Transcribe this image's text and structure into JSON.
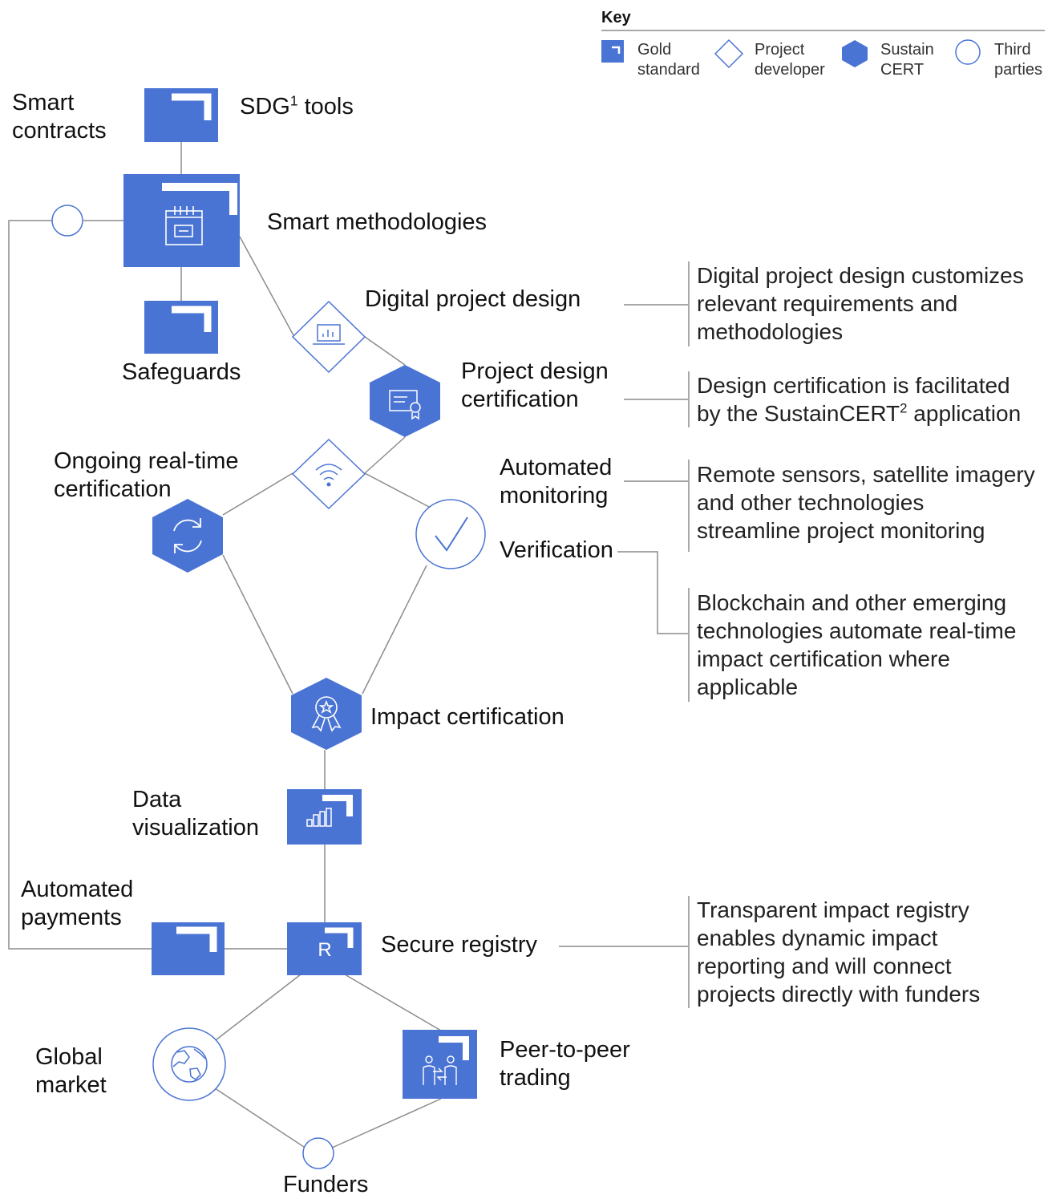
{
  "colors": {
    "accent": "#4a74d4",
    "line": "#8c8c8c",
    "text": "#111111"
  },
  "key": {
    "title": "Key",
    "items": [
      {
        "line1": "Gold",
        "line2": "standard",
        "shape": "square-corner"
      },
      {
        "line1": "Project",
        "line2": "developer",
        "shape": "diamond-outline"
      },
      {
        "line1": "Sustain",
        "line2": "CERT",
        "shape": "hexagon-filled"
      },
      {
        "line1": "Third",
        "line2": "parties",
        "shape": "circle-outline"
      }
    ]
  },
  "nodes": {
    "smart_contracts": {
      "line1": "Smart",
      "line2": "contracts"
    },
    "sdg_tools": {
      "pre": "SDG",
      "sup": "1",
      "post": " tools"
    },
    "smart_methodologies": {
      "label": "Smart methodologies",
      "icon": "calendar-icon"
    },
    "safeguards": {
      "label": "Safeguards"
    },
    "digital_project_design": {
      "label": "Digital project design",
      "icon": "laptop-chart-icon"
    },
    "project_design_certification": {
      "line1": "Project design",
      "line2": "certification",
      "icon": "certificate-icon"
    },
    "ongoing_certification": {
      "line1": "Ongoing real-time",
      "line2": "certification",
      "icon": "refresh-icon"
    },
    "automated_monitoring": {
      "line1": "Automated",
      "line2": "monitoring",
      "icon": "wifi-icon"
    },
    "verification": {
      "label": "Verification",
      "icon": "checkmark-icon"
    },
    "impact_certification": {
      "label": "Impact certification",
      "icon": "award-ribbon-icon"
    },
    "data_visualization": {
      "line1": "Data",
      "line2": "visualization",
      "icon": "bar-chart-icon"
    },
    "automated_payments": {
      "line1": "Automated",
      "line2": "payments"
    },
    "secure_registry": {
      "label": "Secure registry",
      "icon_letter": "R"
    },
    "global_market": {
      "line1": "Global",
      "line2": "market",
      "icon": "globe-icon"
    },
    "peer_to_peer": {
      "line1": "Peer-to-peer",
      "line2": "trading",
      "icon": "people-exchange-icon"
    },
    "funders": {
      "label": "Funders"
    }
  },
  "descriptions": {
    "digital_design": [
      "Digital project design customizes",
      "relevant requirements and",
      "methodologies"
    ],
    "design_cert": {
      "line1": "Design certification is facilitated",
      "line2_pre": "by the SustainCERT",
      "line2_sup": "2",
      "line2_post": " application"
    },
    "monitoring": [
      "Remote sensors, satellite imagery",
      "and other technologies",
      "streamline project monitoring"
    ],
    "blockchain": [
      "Blockchain and other emerging",
      "technologies automate real-time",
      "impact certification where",
      "applicable"
    ],
    "registry": [
      "Transparent impact registry",
      "enables dynamic impact",
      "reporting and will connect",
      "projects directly with funders"
    ]
  }
}
